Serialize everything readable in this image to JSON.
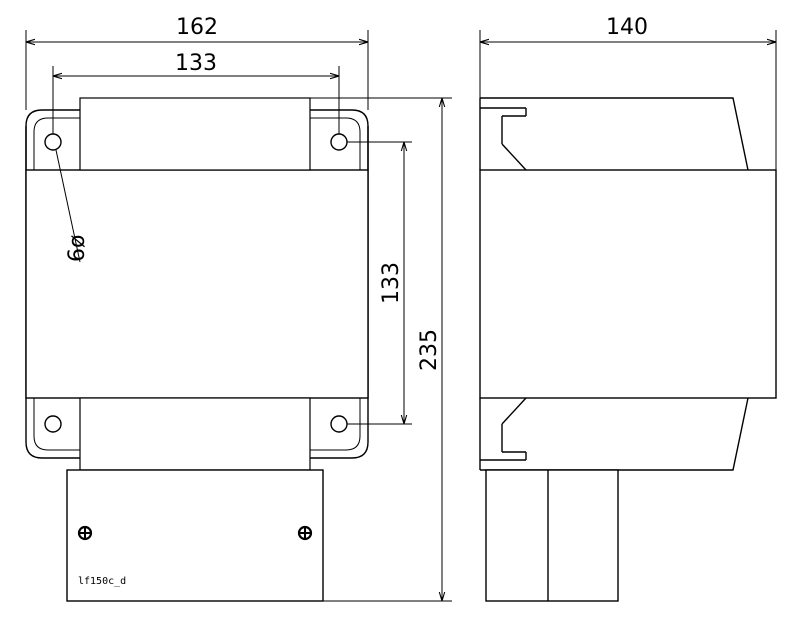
{
  "dimensions": {
    "front_width": "162",
    "hole_spacing_horizontal": "133",
    "hole_diameter": "6ø",
    "hole_spacing_vertical": "133",
    "overall_height": "235",
    "side_depth": "140"
  },
  "drawing_code": "lf150c_d"
}
